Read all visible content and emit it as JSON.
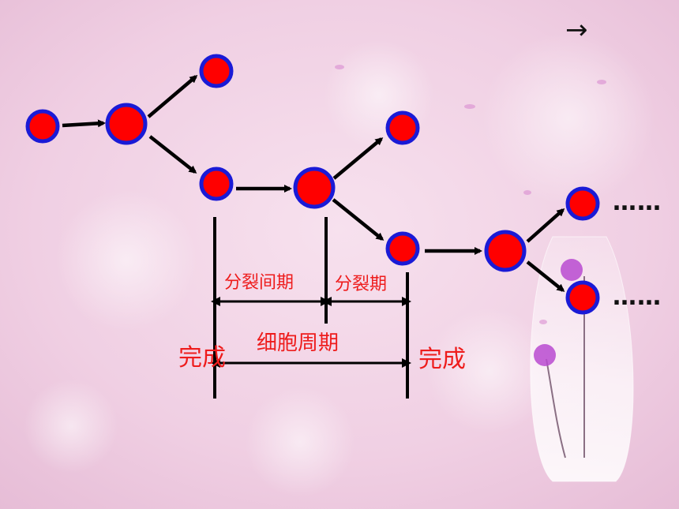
{
  "nav": {
    "next_arrow": "→"
  },
  "labels": {
    "interphase": "分裂间期",
    "mitotic_phase": "分裂期",
    "cell_cycle": "细胞周期",
    "complete_left": "完成",
    "complete_right": "完成"
  },
  "continuation": {
    "top": "……",
    "bottom": "……"
  },
  "colors": {
    "cell_fill": "#ff0000",
    "cell_border": "#1a1ad6",
    "text_red": "#ee1c1c",
    "arrow": "#000000",
    "background": "#f2d3e6"
  }
}
